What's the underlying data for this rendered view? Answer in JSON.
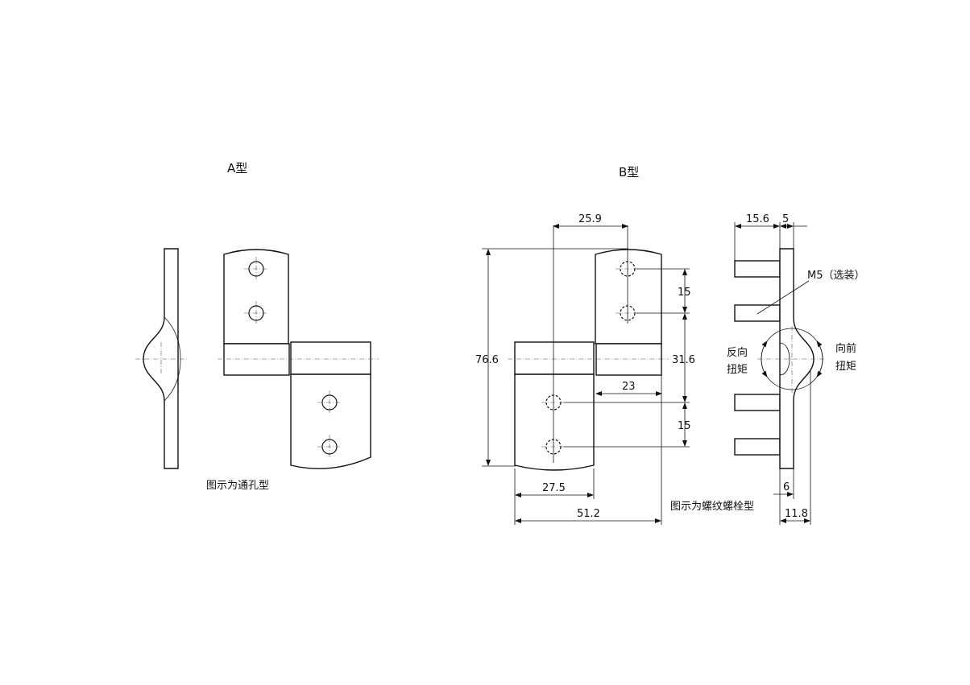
{
  "labels": {
    "type_a": "A型",
    "type_b": "B型",
    "caption_a": "图示为通孔型",
    "caption_b": "图示为螺纹螺栓型",
    "m5": "M5（选装）",
    "reverse_torque_1": "反向",
    "reverse_torque_2": "扭矩",
    "forward_torque_1": "向前",
    "forward_torque_2": "扭矩"
  },
  "dimensions": {
    "d_25_9": "25.9",
    "d_76_6": "76.6",
    "d_15_top": "15",
    "d_31_6": "31.6",
    "d_23": "23",
    "d_15_bottom": "15",
    "d_27_5": "27.5",
    "d_51_2": "51.2",
    "d_15_6": "15.6",
    "d_5": "5",
    "d_6": "6",
    "d_11_8": "11.8"
  },
  "colors": {
    "line": "#111111",
    "background": "#ffffff"
  }
}
